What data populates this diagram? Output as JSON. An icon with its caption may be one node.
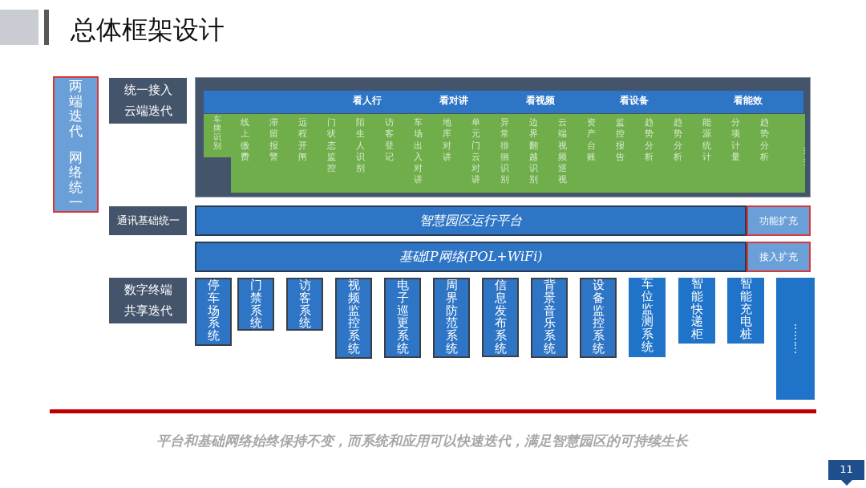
{
  "diagram": {
    "title": "总体框架设计",
    "nodes": [
      {
        "text": [
          "两端迭代",
          "网络统一"
        ]
      },
      {
        "text": [
          "统一接入",
          "云端迭代"
        ]
      },
      {
        "text": [],
        "shape": "box"
      },
      {
        "text": [
          "看人行",
          "看对讲",
          "看视频",
          "看设备",
          "看能效"
        ],
        "in": 2
      },
      {
        "text": [
          "车牌识别"
        ],
        "in": 2
      },
      {
        "text": [
          "线上缴费",
          "滞留报警",
          "远程开闸",
          "门状态监控",
          "陌生人识别",
          "访客登记",
          "车场出入对讲",
          "地库对讲",
          "单元门云对讲",
          "异常徘徊识别",
          "边界翻越识别",
          "云端视频巡视",
          "资产台账",
          "监控报告",
          "趋势分析",
          "趋势分析",
          "能源统计",
          "分项计量",
          "趋势分析",
          "⋮⋮"
        ],
        "in": 2
      },
      {
        "text": [
          "通讯基础统一"
        ]
      },
      {
        "text": [
          "智慧园区运行平台"
        ]
      },
      {
        "text": [
          "功能扩充"
        ]
      },
      {
        "text": [
          "基础IP网络(POL+WiFi)"
        ]
      },
      {
        "text": [
          "接入扩充"
        ]
      },
      {
        "text": [
          "数字终端",
          "共享迭代"
        ]
      },
      {
        "text": [
          "停车场系统"
        ]
      },
      {
        "text": [
          "门禁系统"
        ]
      },
      {
        "text": [
          "访客系统"
        ]
      },
      {
        "text": [
          "视频监控系统"
        ]
      },
      {
        "text": [
          "电子巡更系统"
        ]
      },
      {
        "text": [
          "周界防范系统"
        ]
      },
      {
        "text": [
          "信息发布系统"
        ]
      },
      {
        "text": [
          "背景音乐系统"
        ]
      },
      {
        "text": [
          "设备监控系统"
        ]
      },
      {
        "text": [
          "车位监测系统"
        ]
      },
      {
        "text": [
          "智能快递柜"
        ]
      },
      {
        "text": [
          "智能充电桩"
        ]
      },
      {
        "text": [
          "⋮⋮⋮"
        ]
      }
    ],
    "edges": [],
    "labels": [
      "平台和基础网络始终保持不变，而系统和应用可以快速迭代，满足智慧园区的可持续生长",
      "11"
    ]
  }
}
